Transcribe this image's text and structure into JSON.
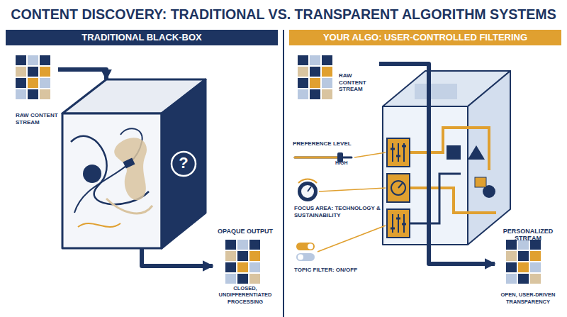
{
  "diagram": {
    "title": "CONTENT DISCOVERY: TRADITIONAL VS. TRANSPARENT ALGORITHM SYSTEMS",
    "nodes": [
      {
        "text": [
          "TRADITIONAL BLACK-BOX"
        ]
      },
      {
        "text": [
          "RAW CONTENT STREAM"
        ],
        "in": 0
      },
      {
        "text": [
          "?"
        ],
        "in": 0
      },
      {
        "text": [
          "OPAQUE OUTPUT",
          "CLOSED, UNDIFFERENTIATED PROCESSING"
        ],
        "in": 0
      },
      {
        "text": [
          "YOUR ALGO: USER-CONTROLLED FILTERING"
        ]
      },
      {
        "text": [
          "RAW CONTENT STREAM"
        ],
        "in": 4
      },
      {
        "text": [
          "PREFERENCE LEVEL",
          "HIGH"
        ],
        "in": 4
      },
      {
        "text": [
          "FOCUS AREA: TECHNOLOGY & SUSTAINABILITY"
        ],
        "in": 4
      },
      {
        "text": [
          "TOPIC FILTER: ON/OFF"
        ],
        "in": 4
      },
      {
        "text": [
          "PERSONALIZED STREAM",
          "OPEN, USER-DRIVEN TRANSPARENCY"
        ],
        "in": 4
      }
    ],
    "edges": [
      {
        "from": 1,
        "to": 2,
        "arrow": "to"
      },
      {
        "from": 2,
        "to": 3,
        "arrow": "to"
      },
      {
        "from": 5,
        "to": 9,
        "arrow": "to"
      }
    ]
  }
}
